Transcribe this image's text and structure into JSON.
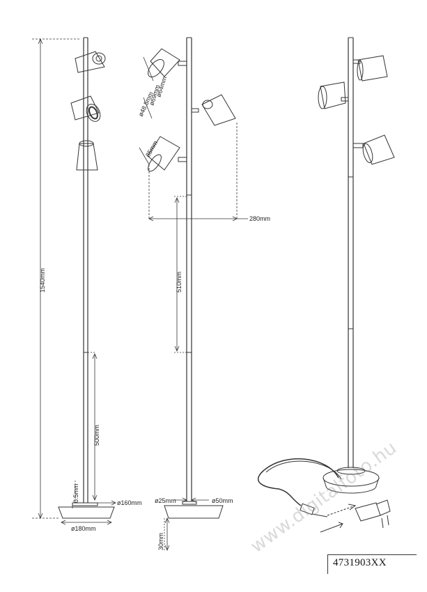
{
  "model_number": "4731903XX",
  "watermark": "www.digitalfoto.hu",
  "dimensions": {
    "total_height": "1540mm",
    "upper_segment": "510mm",
    "lower_segment": "500mm",
    "base_offset": "0.5mm",
    "head_offset": "280mm",
    "base_height": "30mm",
    "shade_d1": "ø64mm",
    "shade_d2": "ø69mm",
    "shade_d3": "ø48.5mm",
    "shade_len": "85mm",
    "base_outer": "ø180mm",
    "base_inner": "ø160mm",
    "pole_d": "ø25mm",
    "collar_d": "ø50mm"
  },
  "colors": {
    "line": "#333333",
    "background": "#ffffff"
  }
}
